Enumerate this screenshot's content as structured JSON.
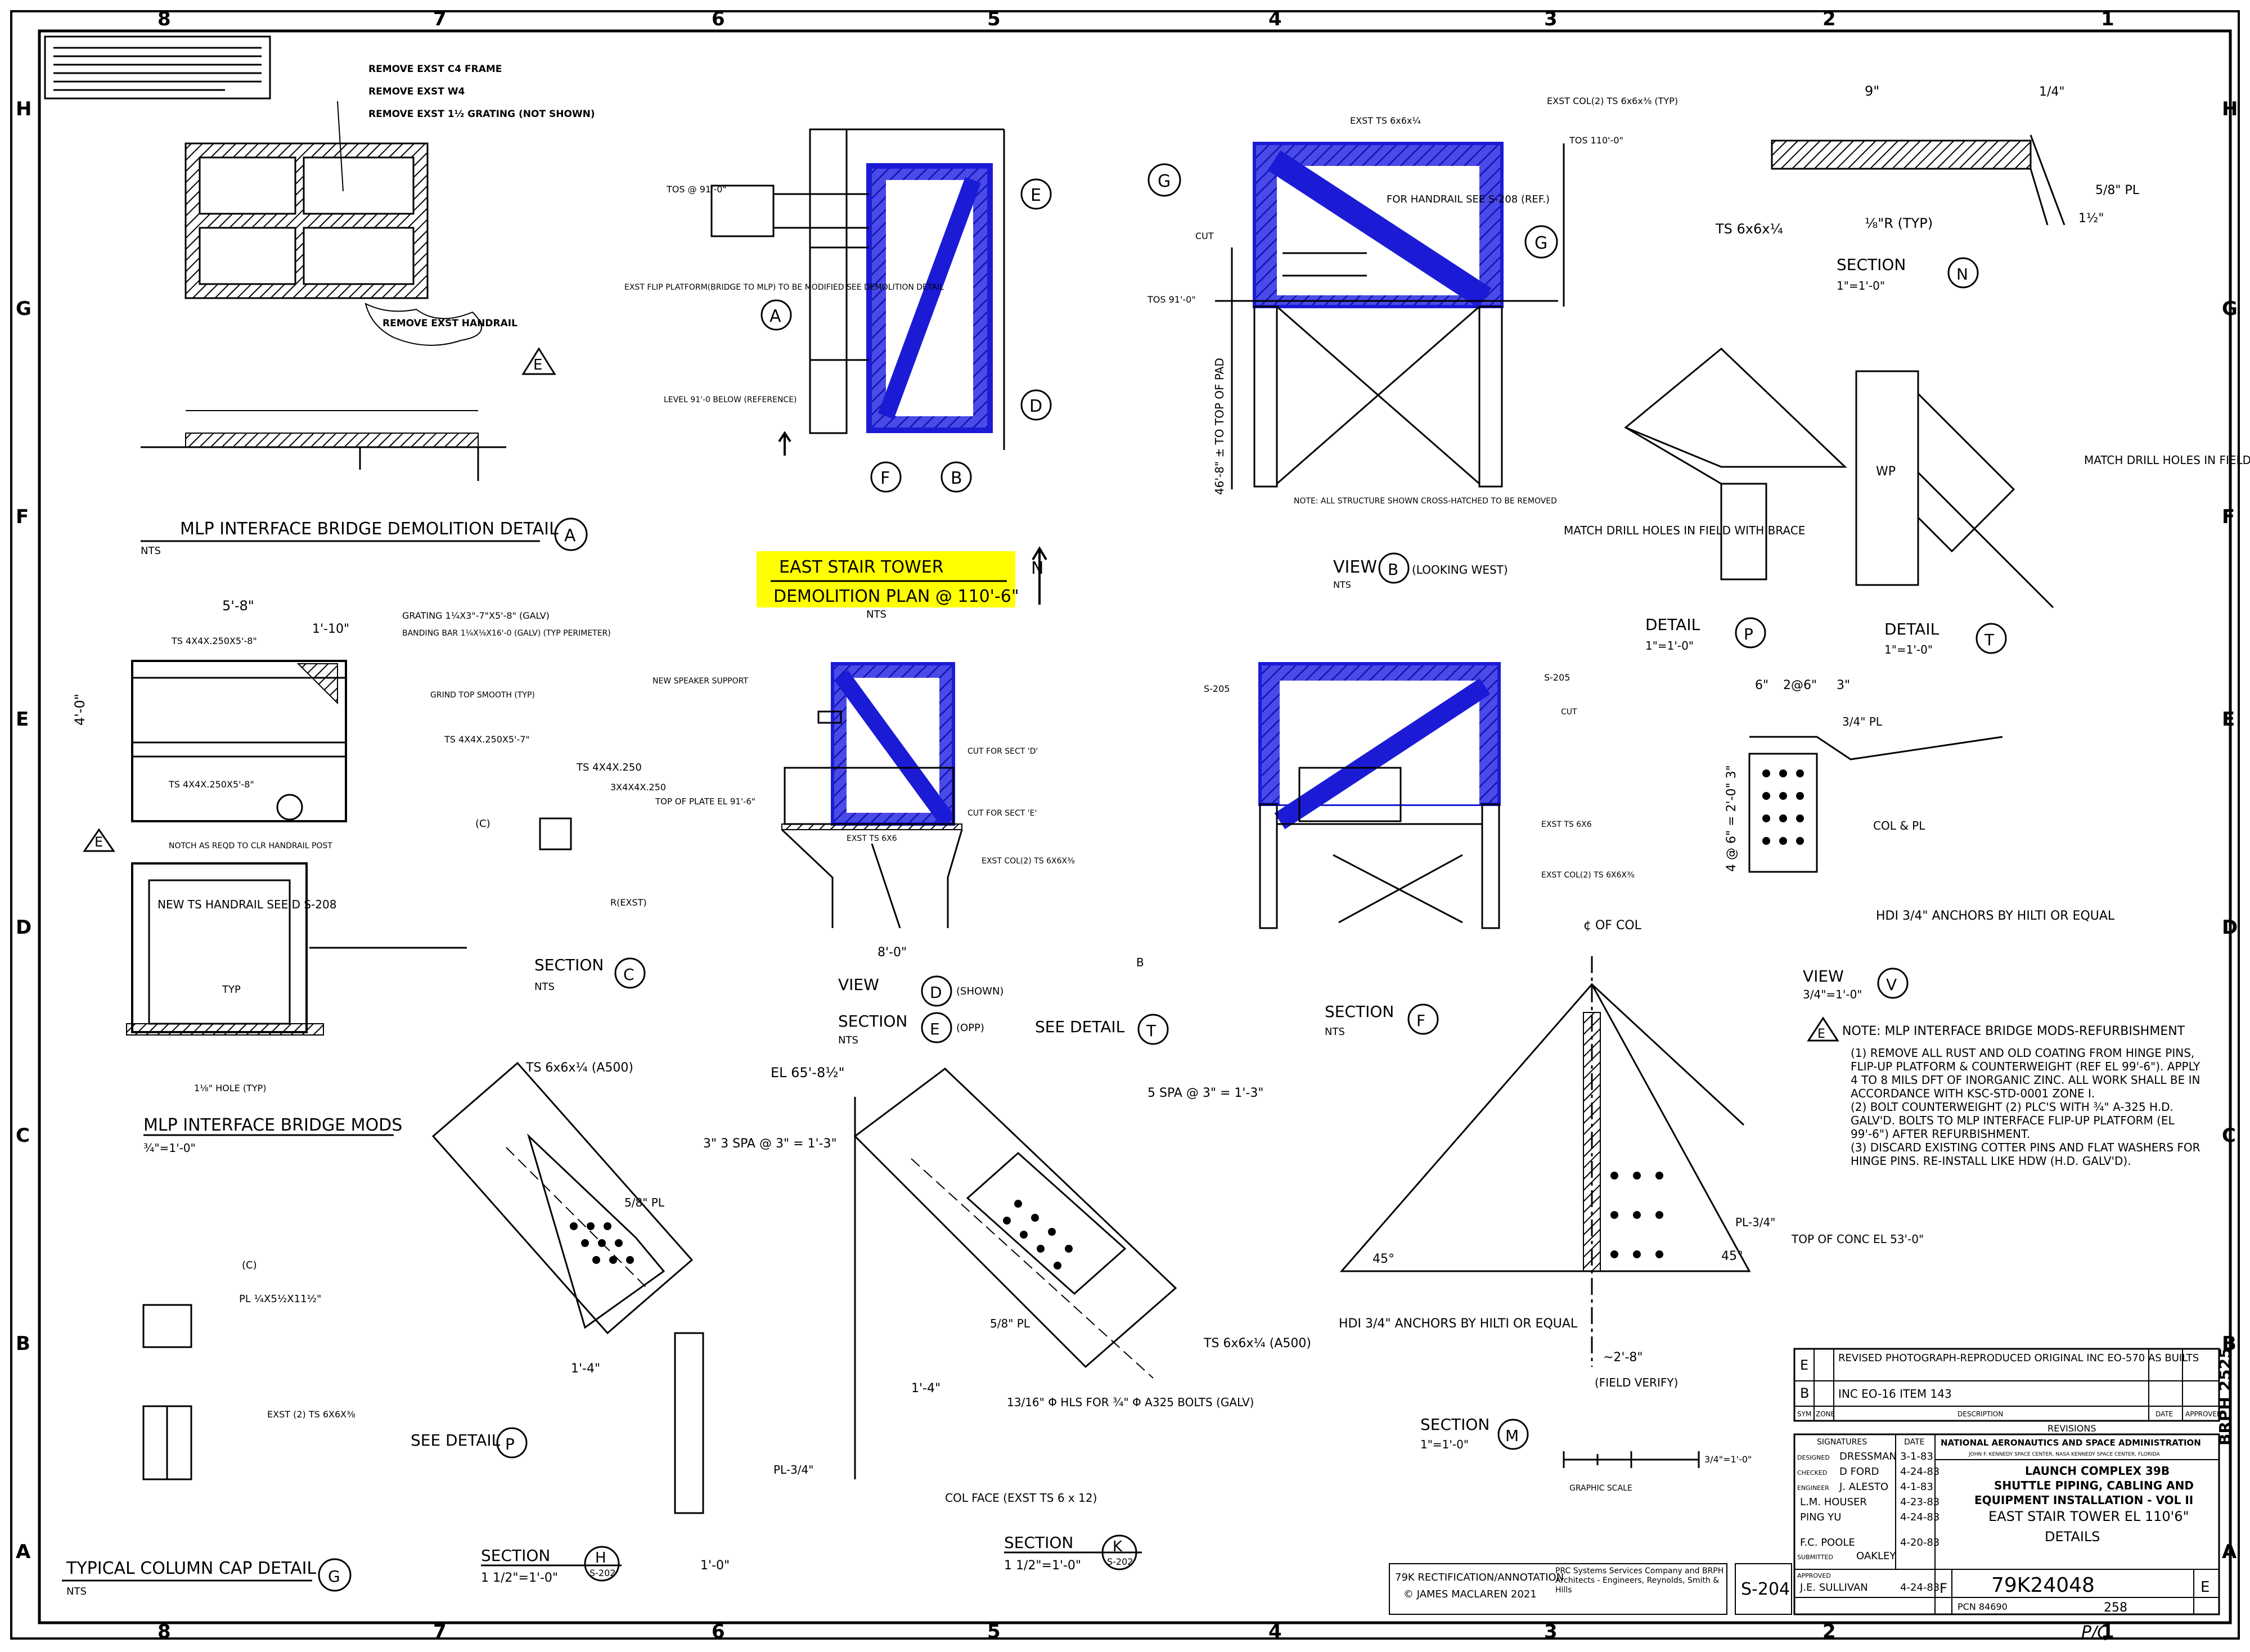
{
  "colors": {
    "highlight": "#ffff00",
    "demolition_hatch": "#1b1bd6",
    "ink": "#000000",
    "paper": "#ffffff"
  },
  "grid": {
    "columns": [
      "8",
      "7",
      "6",
      "5",
      "4",
      "3",
      "2",
      "1"
    ],
    "rows": [
      "H",
      "G",
      "F",
      "E",
      "D",
      "C",
      "B",
      "A"
    ]
  },
  "top_notes": {
    "remove_1": "REMOVE EXST C4 FRAME",
    "remove_2": "REMOVE EXST W4",
    "remove_3": "REMOVE EXST 1½ GRATING (NOT SHOWN)",
    "remove_handrail": "REMOVE EXST HANDRAIL"
  },
  "views": {
    "a_title": "MLP INTERFACE BRIDGE DEMOLITION DETAIL",
    "a_scale": "NTS",
    "a_tag": "A",
    "plan_title_1": "EAST STAIR TOWER",
    "plan_title_2": "DEMOLITION PLAN @ 110'-6\"",
    "plan_scale": "NTS",
    "north": "N",
    "plan_tags": [
      "A",
      "E",
      "D",
      "F",
      "B"
    ],
    "plan_note_1": "TOS @ 91'-0\"",
    "plan_note_2": "EXST FLIP PLATFORM(BRIDGE TO MLP) TO BE MODIFIED SEE DEMOLITION DETAIL",
    "plan_note_3": "LEVEL 91'-0 BELOW (REFERENCE)",
    "b_title": "VIEW",
    "b_tag": "B",
    "b_sub": "(LOOKING WEST)",
    "b_scale": "NTS",
    "b_note": "NOTE: ALL STRUCTURE SHOWN CROSS-HATCHED TO BE REMOVED",
    "b_handrail": "FOR HANDRAIL SEE S-208 (REF.)",
    "b_exst_ts": "EXST TS 6x6x¼",
    "b_exst_col": "EXST COL(2) TS 6x6x⅜ (TYP)",
    "b_tos_top": "TOS 110'-0\"",
    "b_tos_bot": "TOS 91'-0\"",
    "b_pad": "46'-8\" ± TO TOP OF PAD",
    "b_cut": "CUT",
    "b_tags": [
      "G",
      "G"
    ],
    "n_title": "SECTION",
    "n_tag": "N",
    "n_scale": "1\"=1'-0\"",
    "n_dims": [
      "9\"",
      "1/4\"",
      "1½\""
    ],
    "n_labels": [
      "TS 6x6x¼",
      "⅛\"R (TYP)",
      "5/8\" PL"
    ],
    "p_title": "DETAIL",
    "p_tag": "P",
    "p_scale": "1\"=1'-0\"",
    "p_match": "MATCH DRILL HOLES IN FIELD WITH BRACE",
    "t_title": "DETAIL",
    "t_tag": "T",
    "t_scale": "1\"=1'-0\"",
    "t_match": "MATCH DRILL HOLES IN FIELD WITH BRACE",
    "t_wp": "WP",
    "mods_title": "MLP INTERFACE BRIDGE MODS",
    "mods_scale": "¾\"=1'-0\"",
    "mods_dims": [
      "5'-8\"",
      "4'-0\"",
      "1'-10\""
    ],
    "mods_labels": [
      "TS 4X4X.250X5'-8\"",
      "GRATING 1¼X3\"-7\"X5'-8\" (GALV)",
      "BANDING BAR 1¼X⅛X16'-0 (GALV) (TYP PERIMETER)",
      "TS 4X4X.250X5'-7\"",
      "GRIND TOP SMOOTH (TYP)",
      "TS 4X4X.250X5'-8\"",
      "NOTCH AS REQD TO CLR HANDRAIL POST"
    ],
    "c_title": "SECTION",
    "c_tag": "C",
    "c_scale": "NTS",
    "c_labels": [
      "TS 4X4X.250",
      "3X4X4X.250",
      "(C)",
      "R(EXST)"
    ],
    "d_title": "VIEW",
    "d_tag": "D",
    "d_sub": "(SHOWN)",
    "d_dim": "8'-0\"",
    "d_labels": [
      "NEW SPEAKER SUPPORT",
      "TOP OF PLATE EL 91'-6\"",
      "EXST TS 6X6",
      "CUT FOR SECT 'D'",
      "CUT FOR SECT 'E'",
      "EXST COL(2) TS 6X6X⅜"
    ],
    "e_title": "SECTION",
    "e_tag": "E",
    "e_sub": "(OPP)",
    "e_scale": "NTS",
    "f_title": "SECTION",
    "f_tag": "F",
    "f_scale": "NTS",
    "f_labels": [
      "CUT",
      "EXST TS 6X6",
      "EXST COL(2) TS 6X6X⅜",
      "S-205",
      "S-205"
    ],
    "v_title": "VIEW",
    "v_tag": "V",
    "v_scale": "3/4\"=1'-0\"",
    "v_labels": [
      "HDI 3/4\" ANCHORS BY HILTI OR EQUAL",
      "COL & PL",
      "3/4\" PL"
    ],
    "v_dims": [
      "6\"",
      "2@6\"",
      "3\"",
      "4 @ 6\" = 2'-0\" 3\""
    ],
    "newhandrail": "NEW TS HANDRAIL SEE D S-208",
    "typ": "TYP",
    "holes": "1⅛\" HOLE (TYP)",
    "mods_tag": "E",
    "col_cap_title": "TYPICAL COLUMN CAP DETAIL",
    "col_cap_tag": "G",
    "col_cap_scale": "NTS",
    "col_cap_labels": [
      "PL ¼X5½X11½\"",
      "EXST (2) TS 6X6X⅜",
      "(C)"
    ],
    "h_title": "SECTION",
    "h_tag": "H",
    "h_sheet": "S-202",
    "h_scale": "1 1/2\"=1'-0\"",
    "h_labels": [
      "TS 6x6x¼ (A500)",
      "5/8\" PL",
      "SEE DETAIL",
      "PL-3/4\"",
      "3\" 3 SPA @ 3\" = 1'-3\"",
      "1'-4\"",
      "1'-0\""
    ],
    "h_see": "P",
    "k_title": "SECTION",
    "k_tag": "K",
    "k_sheet": "S-202",
    "k_scale": "1 1/2\"=1'-0\"",
    "k_labels": [
      "EL 65'-8½\"",
      "SEE DETAIL",
      "5 SPA @ 3\" = 1'-3\"",
      "TS 6x6x¼ (A500)",
      "13/16\" Φ HLS FOR ¾\" Φ A325 BOLTS (GALV)",
      "COL FACE (EXST TS 6 x 12)",
      "1'-4\"",
      "5/8\" PL"
    ],
    "k_see": "T",
    "m_title": "SECTION",
    "m_tag": "M",
    "m_scale": "1\"=1'-0\"",
    "m_labels": [
      "¢ OF COL",
      "HDI 3/4\" ANCHORS BY HILTI OR EQUAL",
      "TOP OF CONC EL 53'-0\"",
      "PL-3/4\"",
      "~2'-8\"",
      "(FIELD VERIFY)",
      "45°",
      "45°"
    ],
    "graphic_scale": "GRAPHIC SCALE",
    "graphic_scale_val": "3/4\"=1'-0\"",
    "mark_b": "B"
  },
  "general_note": {
    "title": "NOTE: MLP INTERFACE BRIDGE MODS-REFURBISHMENT",
    "tag": "E",
    "items": [
      "(1) REMOVE ALL RUST AND OLD COATING FROM HINGE PINS, FLIP-UP PLATFORM & COUNTERWEIGHT (REF EL 99'-6\"). APPLY 4 TO 8 MILS DFT OF INORGANIC ZINC. ALL WORK SHALL BE IN ACCORDANCE WITH KSC-STD-0001 ZONE I.",
      "(2) BOLT COUNTERWEIGHT (2) PLC'S WITH ¾\" A-325 H.D. GALV'D. BOLTS TO MLP INTERFACE FLIP-UP PLATFORM (EL 99'-6\") AFTER REFURBISHMENT.",
      "(3) DISCARD EXISTING COTTER PINS AND FLAT WASHERS FOR HINGE PINS. RE-INSTALL LIKE HDW (H.D. GALV'D)."
    ]
  },
  "revisions": {
    "rows": [
      {
        "sym": "E",
        "desc": "REVISED PHOTOGRAPH-REPRODUCED ORIGINAL INC EO-570    AS BUILTS",
        "date": "",
        "app": ""
      },
      {
        "sym": "B",
        "desc": "INC EO-16   ITEM  143",
        "date": "",
        "app": ""
      }
    ],
    "headers": [
      "SYM",
      "ZONE",
      "DESCRIPTION",
      "DATE",
      "APPROVED"
    ],
    "title": "REVISIONS"
  },
  "title_block": {
    "signatures_hdr": "SIGNATURES",
    "date_hdr": "DATE",
    "sigs": [
      {
        "role": "DESIGNED",
        "name": "DRESSMAN",
        "date": "3-1-83"
      },
      {
        "role": "CHECKED",
        "name": "D FORD",
        "date": "4-24-83"
      },
      {
        "role": "ENGINEER",
        "name": "J. ALESTO",
        "date": "4-1-83"
      },
      {
        "role": "",
        "name": "L.M. HOUSER",
        "date": "4-23-83"
      },
      {
        "role": "",
        "name": "PING YU",
        "date": "4-24-83"
      },
      {
        "role": "",
        "name": "F.C. POOLE",
        "date": "4-20-83"
      },
      {
        "role": "SUBMITTED",
        "name": "OAKLEY",
        "date": ""
      },
      {
        "role": "APPROVED",
        "name": "J.E. SULLIVAN",
        "date": "4-24-83"
      }
    ],
    "agency": "NATIONAL AERONAUTICS AND SPACE ADMINISTRATION",
    "agency_sub": "JOHN F. KENNEDY SPACE CENTER, NASA KENNEDY SPACE CENTER, FLORIDA",
    "title_1": "LAUNCH COMPLEX 39B",
    "title_2": "SHUTTLE PIPING, CABLING AND",
    "title_3": "EQUIPMENT INSTALLATION - VOL II",
    "title_4": "EAST STAIR TOWER EL 110'6\"",
    "title_5": "DETAILS",
    "size": "F",
    "dwg_no": "79K24048",
    "rev": "E",
    "pcn": "PCN 84690",
    "sheet": "258",
    "brph": "BRPH 2525",
    "contractor": "PRC Systems Services Company and BRPH Architects - Engineers, Reynolds, Smith & Hills",
    "sheet_ref": "S-204",
    "rectification": "79K RECTIFICATION/ANNOTATION",
    "copyright": "© JAMES MACLAREN 2021",
    "initials": "P/Q"
  }
}
